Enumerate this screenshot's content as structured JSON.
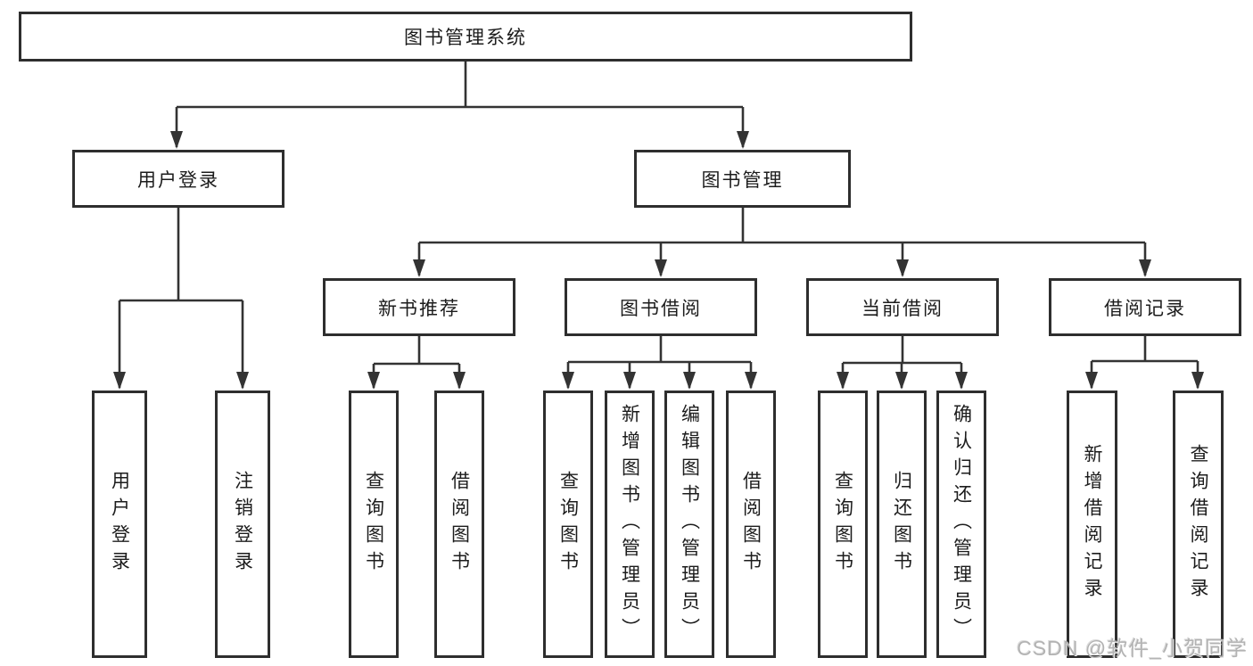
{
  "diagram": {
    "title": "图书管理系统",
    "root": {
      "label": "图书管理系统"
    },
    "level2": [
      {
        "label": "用户登录"
      },
      {
        "label": "图书管理"
      }
    ],
    "level3": [
      {
        "label": "新书推荐"
      },
      {
        "label": "图书借阅"
      },
      {
        "label": "当前借阅"
      },
      {
        "label": "借阅记录"
      }
    ],
    "leaves": {
      "login": [
        "用户登录",
        "注销登录"
      ],
      "recommend": [
        "查询图书",
        "借阅图书"
      ],
      "borrow": [
        "查询图书",
        "新增图书（管理员）",
        "编辑图书（管理员）",
        "借阅图书"
      ],
      "current": [
        "查询图书",
        "归还图书",
        "确认归还（管理员）"
      ],
      "records": [
        "新增借阅记录",
        "查询借阅记录"
      ]
    }
  },
  "watermark": {
    "text": "CSDN @软件_小贺同学"
  },
  "colors": {
    "line": "#333333",
    "border": "#2e2e2e",
    "text": "#1c1c1c",
    "watermark": "#b3b3b3",
    "background": "#ffffff"
  }
}
